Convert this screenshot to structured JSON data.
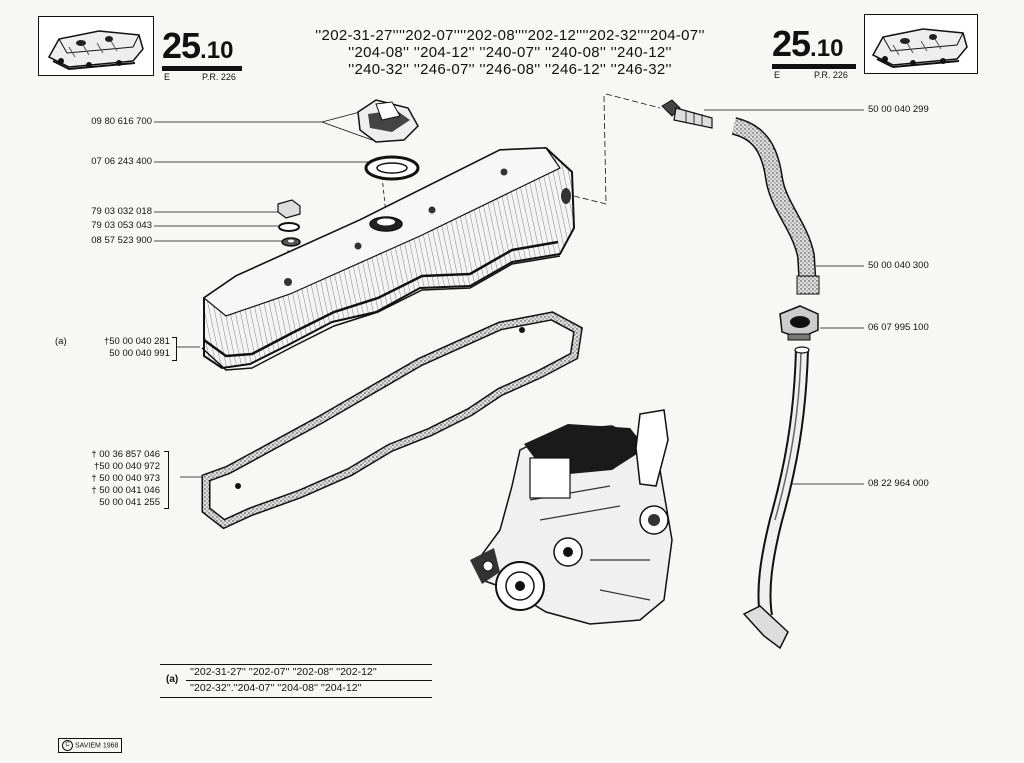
{
  "header": {
    "section_left": {
      "major": "25",
      "minor": ".10",
      "lang": "E",
      "pr": "P.R. 226"
    },
    "section_right": {
      "major": "25",
      "minor": ".10",
      "lang": "E",
      "pr": "P.R. 226"
    },
    "models_lines": [
      "''202-31-27''''202-07''''202-08''''202-12''''202-32''''204-07''",
      "''204-08'' ''204-12'' ''240-07'' ''240-08'' ''240-12''",
      "''240-32'' ''246-07'' ''246-08'' ''246-12'' ''246-32''"
    ]
  },
  "parts_left": [
    {
      "id": "filler-cap",
      "number": "09 80 616 700"
    },
    {
      "id": "seal-ring",
      "number": "07 06 243 400"
    },
    {
      "id": "nut",
      "number": "79 03 032 018"
    },
    {
      "id": "washer",
      "number": "79 03 053 043"
    },
    {
      "id": "grommet",
      "number": "08 57 523 900"
    }
  ],
  "cover_group": {
    "marker": "(a)",
    "lines": [
      "†50 00 040 281",
      "50 00 040 991"
    ]
  },
  "gasket_group": {
    "lines": [
      "† 00 36 857 046",
      "†50 00 040 972",
      "† 50 00 040 973",
      "† 50 00 041 046",
      "50 00 041 255"
    ]
  },
  "parts_right": [
    {
      "id": "breather-fitting",
      "number": "50 00 040 299"
    },
    {
      "id": "breather-hose",
      "number": "50 00 040 300"
    },
    {
      "id": "hose-clip",
      "number": "06 07 995 100"
    },
    {
      "id": "breather-pipe",
      "number": "08 22 964 000"
    }
  ],
  "footnote": {
    "marker": "(a)",
    "row1": "''202-31-27'' ''202-07'' ''202-08'' ''202-12''",
    "row2": "''202-32''.''204-07'' ''204-08'' ''204-12''"
  },
  "copyright": {
    "symbol": "C",
    "text": "SAVIEM 1968"
  }
}
